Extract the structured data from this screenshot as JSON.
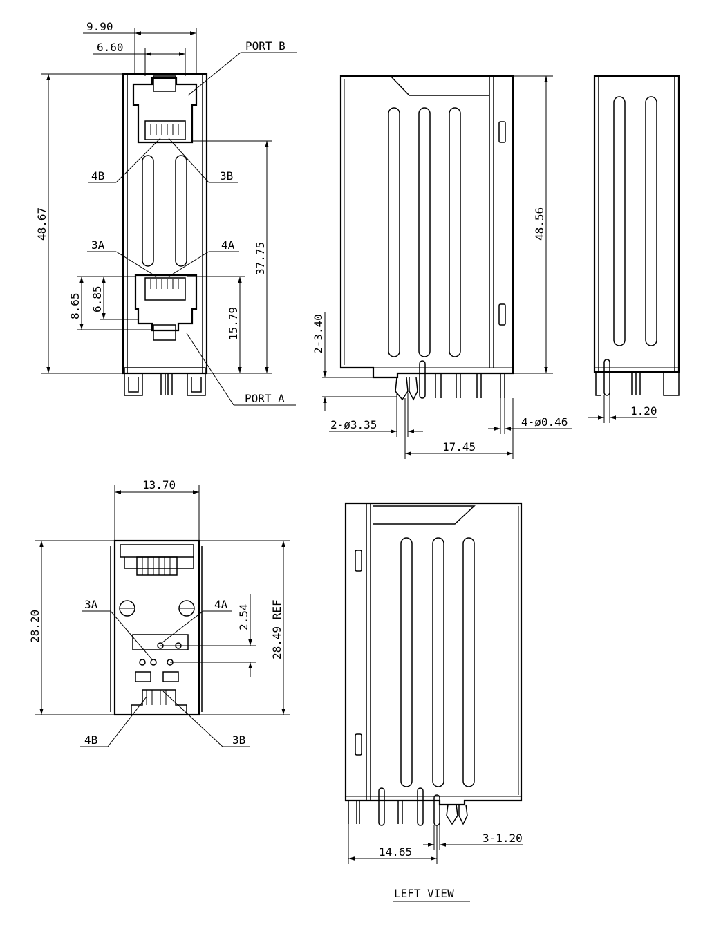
{
  "front_view": {
    "dims": {
      "width_outer": "9.90",
      "width_inner": "6.60",
      "height_total": "48.67",
      "height_portb": "37.75",
      "height_porta": "15.79",
      "height_a1": "8.65",
      "height_a2": "6.85"
    },
    "labels": {
      "port_b": "PORT B",
      "port_a": "PORT A",
      "l4b": "4B",
      "l3b": "3B",
      "l3a": "3A",
      "l4a": "4A"
    }
  },
  "side_view": {
    "dims": {
      "height": "48.56",
      "peg_height": "2-3.40",
      "peg_dia": "2-ø3.35",
      "pin_span": "17.45",
      "pin_dia": "4-ø0.46"
    }
  },
  "end_view": {
    "dims": {
      "pin_width": "1.20"
    }
  },
  "bottom_view": {
    "dims": {
      "width": "13.70",
      "height": "28.20",
      "height_ref": "28.49 REF",
      "pitch": "2.54"
    },
    "labels": {
      "l3a": "3A",
      "l4a": "4A",
      "l4b": "4B",
      "l3b": "3B"
    }
  },
  "left_view": {
    "title": "LEFT VIEW",
    "dims": {
      "span": "14.65",
      "pins": "3-1.20"
    }
  }
}
